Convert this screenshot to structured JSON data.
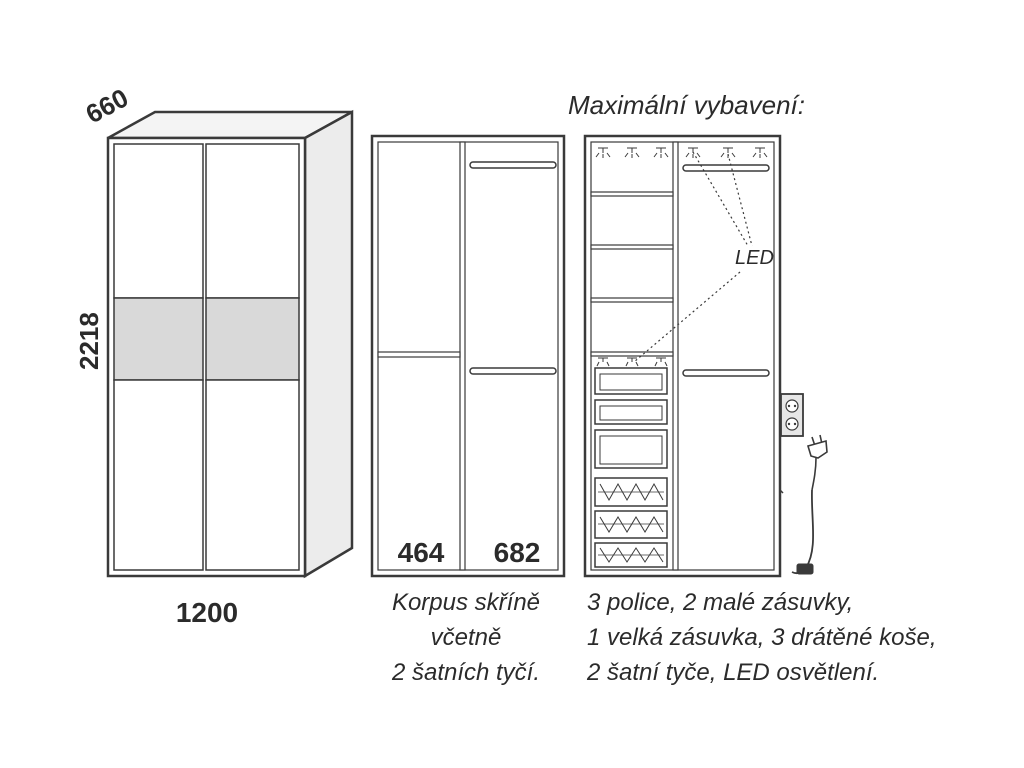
{
  "dimensions": {
    "depth": "660",
    "height": "2218",
    "width": "1200",
    "left_compartment": "464",
    "right_compartment": "682"
  },
  "captions": {
    "max_title": "Maximální vybavení:",
    "led_label": "LED",
    "corpus": [
      "Korpus skříně",
      "včetně",
      "2 šatních tyčí."
    ],
    "max_equipment": [
      "3 police, 2 malé zásuvky,",
      "1 velká zásuvka, 3 drátěné koše,",
      "2 šatní tyče, LED osvětlení."
    ]
  },
  "colors": {
    "outline": "#3a3a3a",
    "panel": "#ffffff",
    "side": "#ececec",
    "glass": "#d9d9d9",
    "socket": "#e6e6e6"
  }
}
